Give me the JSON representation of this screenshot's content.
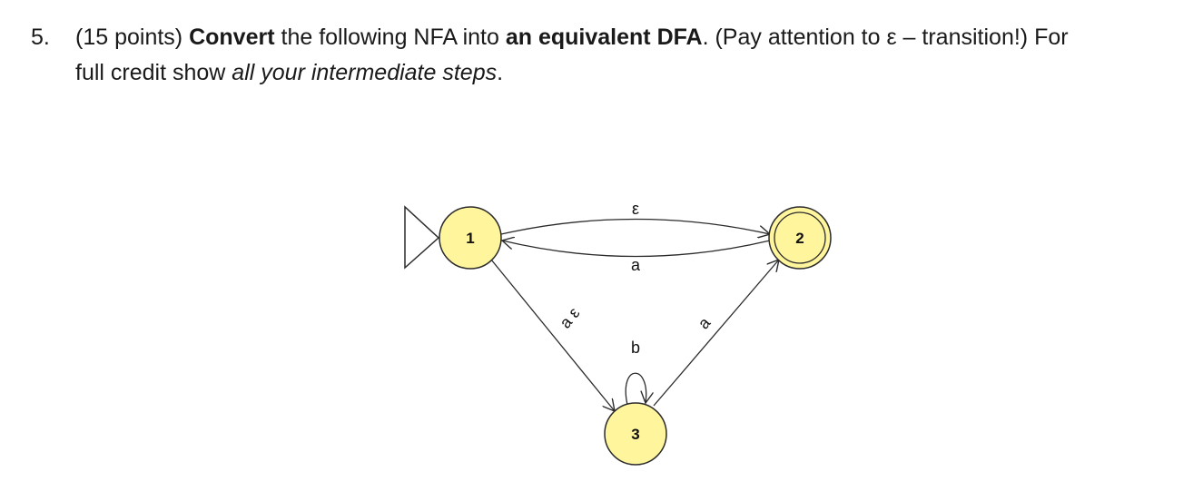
{
  "question": {
    "number": "5.",
    "points": "(15 points)",
    "convert": "Convert",
    "t1": " the following NFA into ",
    "equivalent": "an equivalent DFA",
    "t2": ". (Pay attention to ε – transition!) For",
    "t3": "full credit show ",
    "steps": "all your intermediate steps",
    "t4": "."
  },
  "diagram": {
    "states": [
      {
        "id": "1",
        "label": "1",
        "start": true,
        "accepting": false
      },
      {
        "id": "2",
        "label": "2",
        "start": false,
        "accepting": true
      },
      {
        "id": "3",
        "label": "3",
        "start": false,
        "accepting": false
      }
    ],
    "transitions": [
      {
        "from": "1",
        "to": "2",
        "label": "ε"
      },
      {
        "from": "2",
        "to": "1",
        "label": "a"
      },
      {
        "from": "1",
        "to": "3",
        "label": "a  ε"
      },
      {
        "from": "3",
        "to": "3",
        "label": "b"
      },
      {
        "from": "3",
        "to": "2",
        "label": "a"
      }
    ],
    "colors": {
      "state_fill": "#fff59d",
      "stroke": "#2b2b2b"
    }
  }
}
